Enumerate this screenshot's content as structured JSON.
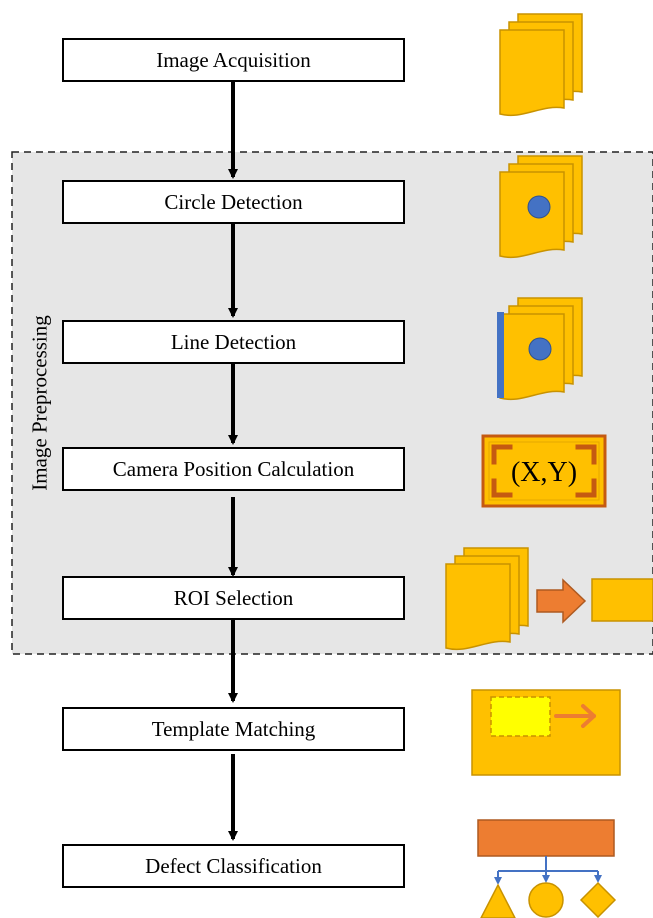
{
  "group": {
    "label": "Image Preprocessing"
  },
  "steps": [
    {
      "id": "image-acquisition",
      "label": "Image Acquisition"
    },
    {
      "id": "circle-detection",
      "label": "Circle Detection"
    },
    {
      "id": "line-detection",
      "label": "Line Detection"
    },
    {
      "id": "camera-position-calculation",
      "label": "Camera Position Calculation"
    },
    {
      "id": "roi-selection",
      "label": "ROI Selection"
    },
    {
      "id": "template-matching",
      "label": "Template Matching"
    },
    {
      "id": "defect-classification",
      "label": "Defect Classification"
    }
  ],
  "icons": {
    "coordinates_text": "(X,Y)",
    "names": [
      "document-stack-icon",
      "circle-document-icon",
      "line-document-icon",
      "coordinate-frame-icon",
      "roi-crop-icon",
      "template-match-icon",
      "classification-tree-icon"
    ]
  },
  "colors": {
    "doc_fill": "#FFC000",
    "doc_stroke": "#C89200",
    "circle": "#4472C4",
    "arrow_orange": "#ED7D31",
    "group_bg": "#E6E6E6",
    "template_patch": "#FFFF00",
    "frame_corner": "#C55A11"
  }
}
